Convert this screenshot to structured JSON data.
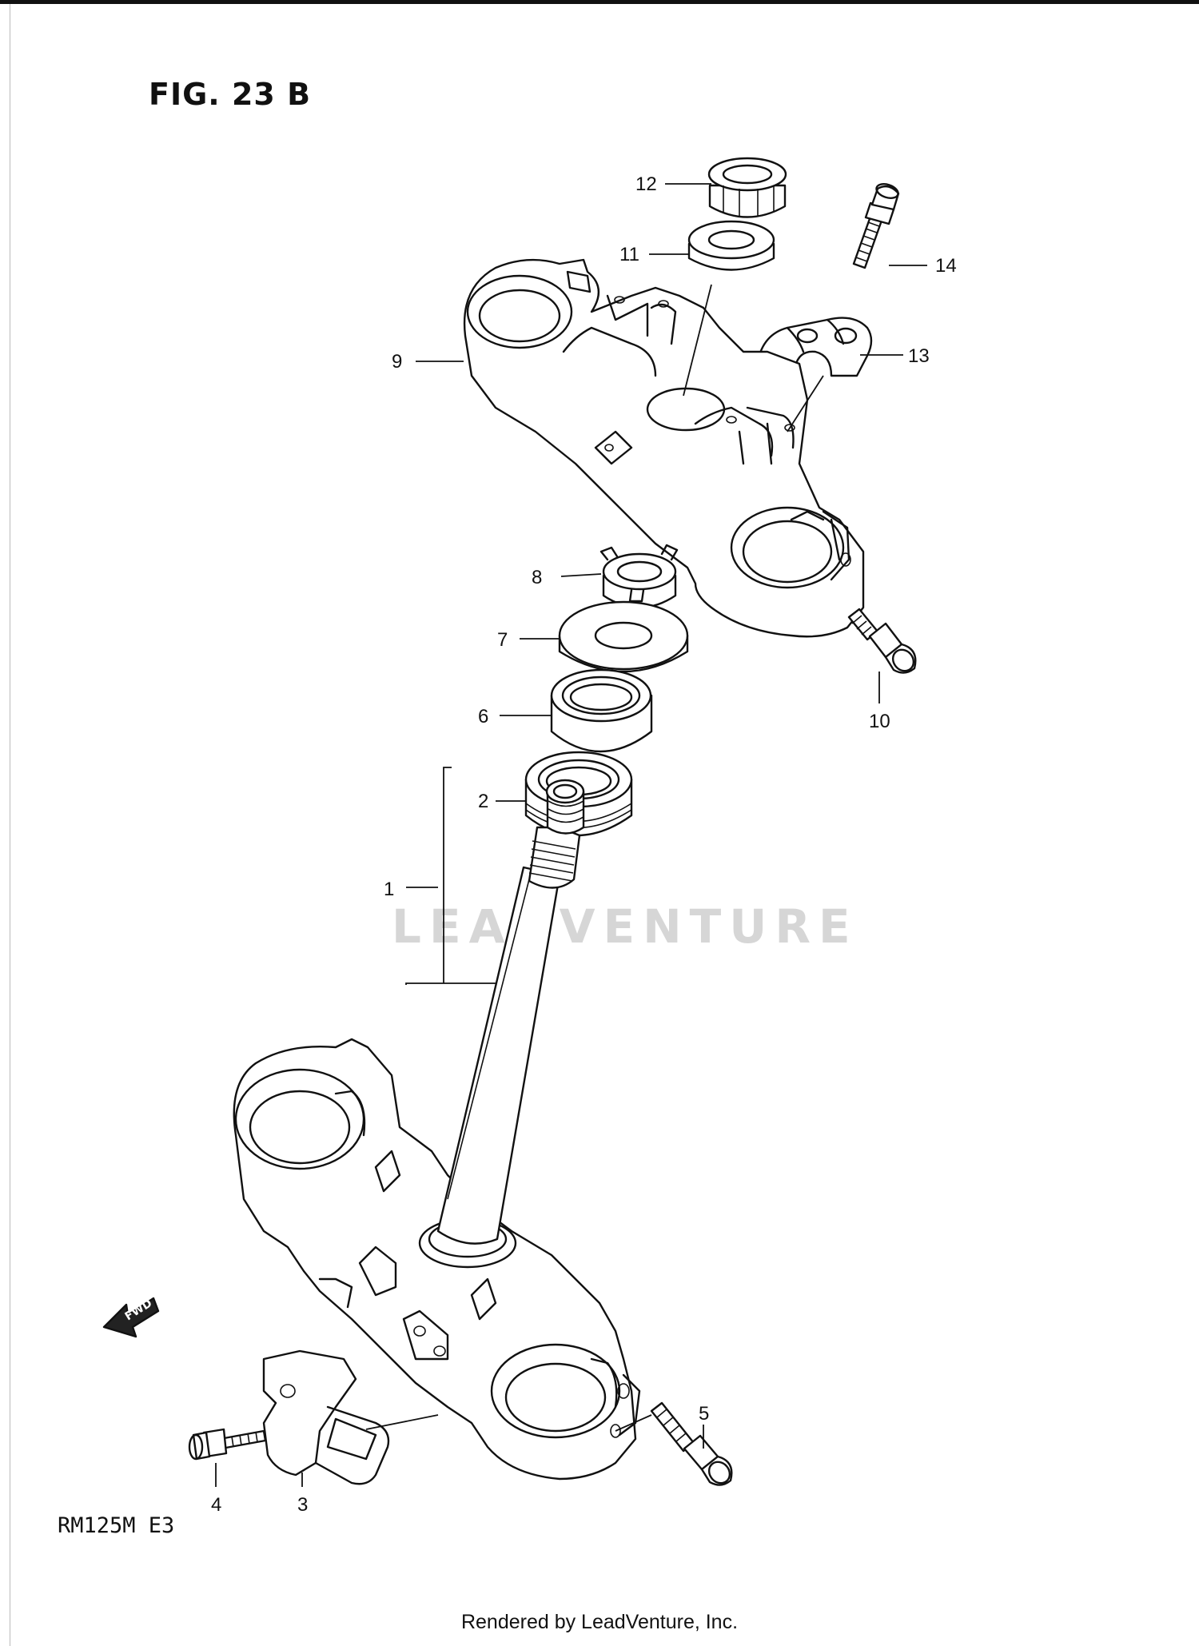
{
  "figure": {
    "title": "FIG. 23 B",
    "model_code": "RM125M  E3",
    "footer": "Rendered by LeadVenture, Inc.",
    "watermark": "LEADVENTURE"
  },
  "fwd_label": "FWD",
  "callouts": [
    "1",
    "2",
    "3",
    "4",
    "5",
    "6",
    "7",
    "8",
    "9",
    "10",
    "11",
    "12",
    "13",
    "14"
  ]
}
